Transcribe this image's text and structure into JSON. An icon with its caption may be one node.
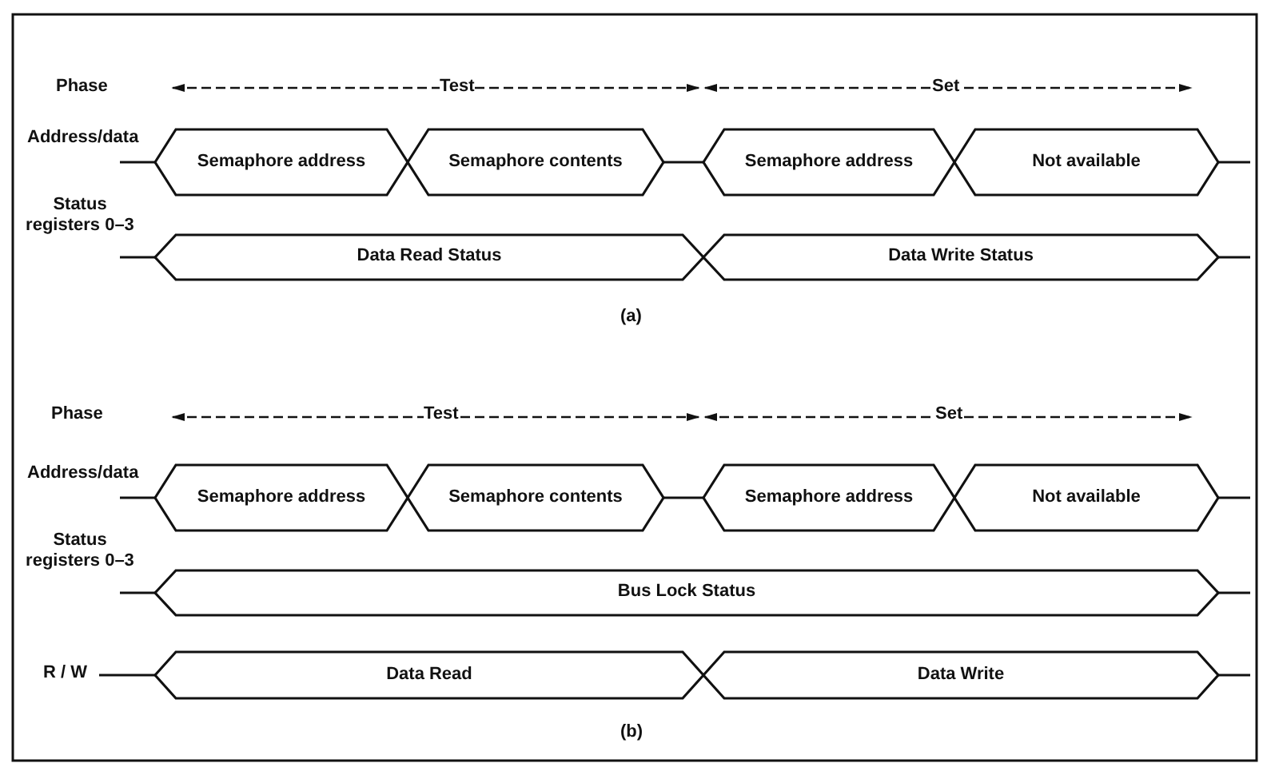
{
  "diagram": {
    "nodes": [
      {
        "text": [
          "Semaphore address"
        ],
        "beside": [
          "Address/data"
        ]
      },
      {
        "text": [
          "Semaphore contents"
        ]
      },
      {
        "text": [
          "Semaphore address"
        ]
      },
      {
        "text": [
          "Not available"
        ]
      },
      {
        "text": [
          "Data Read Status"
        ],
        "beside": [
          "Status registers 0–3"
        ]
      },
      {
        "text": [
          "Data Write Status"
        ]
      },
      {
        "text": [
          "Semaphore address"
        ],
        "beside": [
          "Address/data"
        ]
      },
      {
        "text": [
          "Semaphore contents"
        ]
      },
      {
        "text": [
          "Semaphore address"
        ]
      },
      {
        "text": [
          "Not available"
        ]
      },
      {
        "text": [
          "Bus Lock Status"
        ],
        "beside": [
          "Status registers 0–3"
        ]
      },
      {
        "text": [
          "Data Read"
        ],
        "beside": [
          "R / W"
        ]
      },
      {
        "text": [
          "Data Write"
        ]
      }
    ],
    "edges": [
      {
        "from": 1,
        "to": 2,
        "arrow": "none"
      },
      {
        "from": 7,
        "to": 8,
        "arrow": "none"
      }
    ],
    "labels": [
      "Phase",
      "Test",
      "Set",
      "(a)",
      "Phase",
      "Test",
      "Set",
      "(b)"
    ]
  }
}
